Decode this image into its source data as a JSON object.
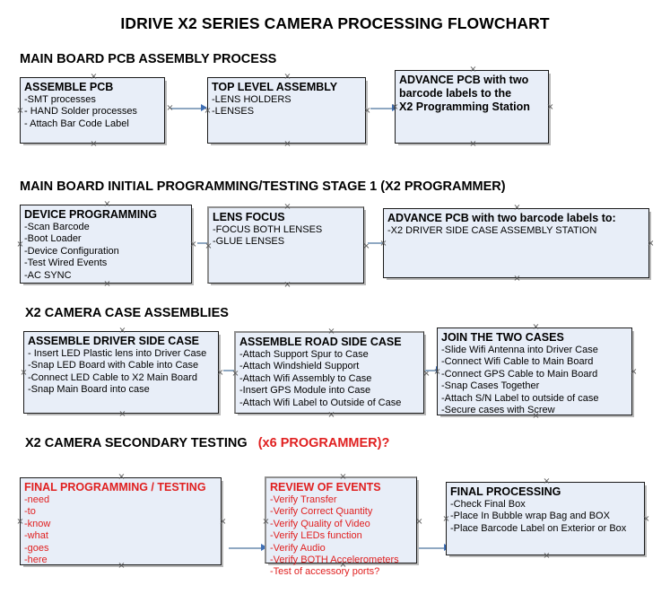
{
  "document": {
    "title": "IDRIVE X2  SERIES CAMERA PROCESSING FLOWCHART"
  },
  "sections": [
    {
      "id": "main-board-pcb-assembly-process",
      "heading": "MAIN BOARD PCB ASSEMBLY PROCESS",
      "heading_suffix": "",
      "nodes": [
        {
          "id": "assemble-pcb",
          "title": "ASSEMBLE PCB",
          "lines": [
            "-SMT processes",
            "- HAND Solder processes",
            "- Attach Bar Code Label"
          ]
        },
        {
          "id": "top-level-assembly",
          "title": "TOP LEVEL ASSEMBLY",
          "lines": [
            "-LENS HOLDERS",
            "-LENSES"
          ]
        },
        {
          "id": "advance-pcb-to-x2-programming-station",
          "title": "ADVANCE PCB with two",
          "lines": [
            "barcode labels to the",
            " X2 Programming Station"
          ]
        }
      ]
    },
    {
      "id": "main-board-initial-programming-testing-stage-1",
      "heading": "MAIN BOARD INITIAL PROGRAMMING/TESTING STAGE 1 (X2 PROGRAMMER)",
      "heading_suffix": "",
      "nodes": [
        {
          "id": "device-programming",
          "title": "DEVICE PROGRAMMING",
          "lines": [
            "-Scan Barcode",
            "-Boot Loader",
            "-Device Configuration",
            "-Test Wired Events",
            "-AC SYNC"
          ]
        },
        {
          "id": "lens-focus",
          "title": "LENS FOCUS",
          "lines": [
            "-FOCUS BOTH LENSES",
            "-GLUE LENSES"
          ]
        },
        {
          "id": "advance-pcb-to-driver-side-case-assembly",
          "title": "ADVANCE PCB with two barcode labels to:",
          "lines": [
            "-X2 DRIVER  SIDE  CASE  ASSEMBLY STATION"
          ]
        }
      ]
    },
    {
      "id": "x2-camera-case-assemblies",
      "heading": "X2 CAMERA CASE ASSEMBLIES",
      "heading_suffix": "",
      "nodes": [
        {
          "id": "assemble-driver-side-case",
          "title": "ASSEMBLE DRIVER SIDE CASE",
          "lines": [
            "- Insert LED Plastic lens into Driver Case",
            "-Snap LED Board with Cable into Case",
            "-Connect LED Cable to X2 Main Board",
            "-Snap Main Board into case"
          ]
        },
        {
          "id": "assemble-road-side-case",
          "title": "ASSEMBLE ROAD SIDE CASE",
          "lines": [
            "-Attach Support Spur to Case",
            "-Attach Windshield Support",
            "-Attach Wifi Assembly to Case",
            "-Insert GPS Module into Case",
            "-Attach Wifi Label to Outside of Case"
          ]
        },
        {
          "id": "join-the-two-cases",
          "title": "JOIN THE TWO CASES",
          "lines": [
            "-Slide Wifi Antenna into Driver Case",
            "-Connect Wifi Cable to Main Board",
            "-Connect GPS Cable to Main Board",
            "-Snap Cases Together",
            "-Attach S/N Label to outside of case",
            "-Secure cases with Screw"
          ]
        }
      ]
    },
    {
      "id": "x2-camera-secondary-testing",
      "heading": "X2 CAMERA SECONDARY TESTING",
      "heading_suffix": "(x6 PROGRAMMER)?",
      "nodes": [
        {
          "id": "final-programming-testing",
          "title": "FINAL PROGRAMMING / TESTING",
          "lines": [
            "-need",
            "-to",
            "-know",
            "-what",
            "-goes",
            "-here"
          ]
        },
        {
          "id": "review-of-events",
          "title": "REVIEW OF EVENTS",
          "lines": [
            "-Verify Transfer",
            "-Verify Correct Quantity",
            "-Verify Quality of Video",
            "-Verify LEDs function",
            "-Verify Audio",
            "-Verify BOTH Accelerometers",
            "-Test of accessory ports?"
          ]
        },
        {
          "id": "final-processing",
          "title": "FINAL PROCESSING",
          "lines": [
            " -Check Final Box",
            "-Place In Bubble wrap Bag and BOX",
            "-Place Barcode Label on Exterior or Box"
          ]
        }
      ]
    }
  ],
  "colors": {
    "node_fill": "#e8eef8",
    "node_border": "#1a1a1a",
    "connector": "#8fa8c2",
    "arrowhead": "#3f6fb5",
    "accent_red": "#e02020",
    "text": "#000000"
  }
}
